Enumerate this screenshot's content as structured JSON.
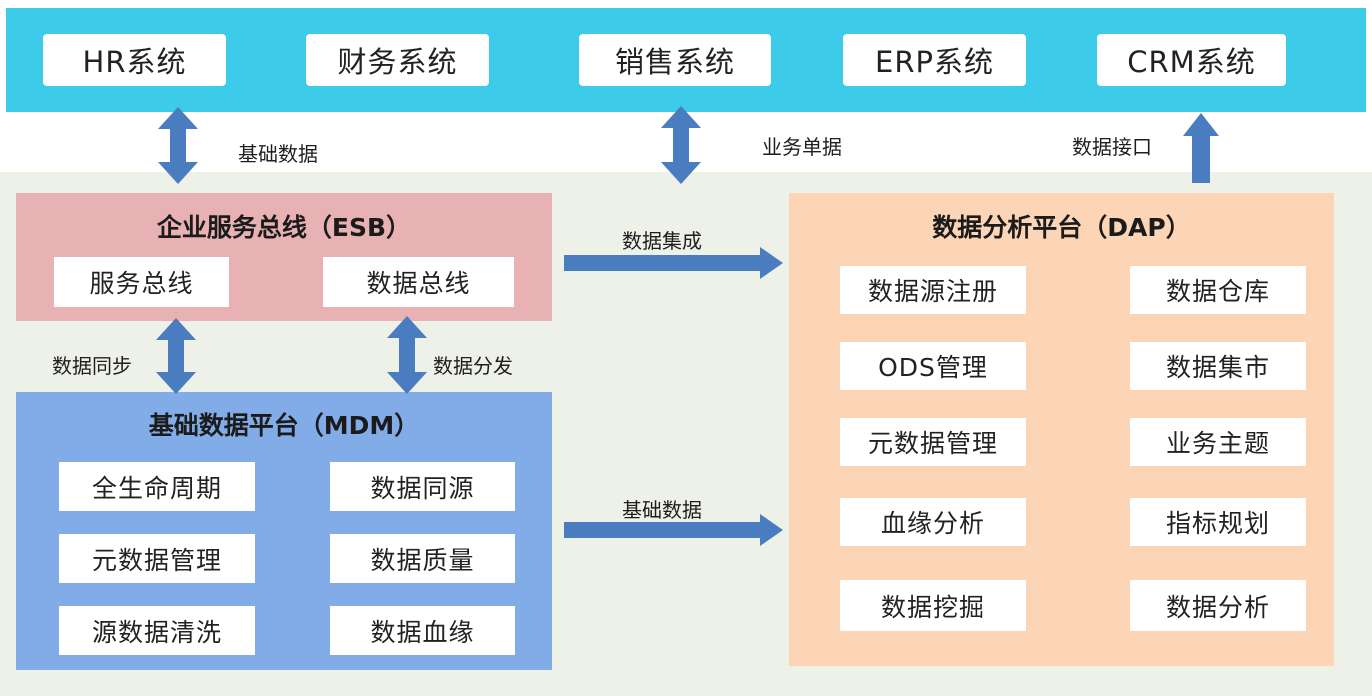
{
  "colors": {
    "top_band": "#3ccbe8",
    "esb_panel": "#e8b1b4",
    "mdm_panel": "#82ace8",
    "dap_panel": "#fbd5b5",
    "arrow": "#4a7cc0",
    "base": "#eef1e8"
  },
  "systems": [
    "HR系统",
    "财务系统",
    "销售系统",
    "ERP系统",
    "CRM系统"
  ],
  "esb": {
    "title": "企业服务总线（ESB）",
    "items": [
      "服务总线",
      "数据总线"
    ]
  },
  "mdm": {
    "title": "基础数据平台（MDM）",
    "items": [
      "全生命周期",
      "数据同源",
      "元数据管理",
      "数据质量",
      "源数据清洗",
      "数据血缘"
    ]
  },
  "dap": {
    "title": "数据分析平台（DAP）",
    "items": [
      "数据源注册",
      "数据仓库",
      "ODS管理",
      "数据集市",
      "元数据管理",
      "业务主题",
      "血缘分析",
      "指标规划",
      "数据挖掘",
      "数据分析"
    ]
  },
  "labels": {
    "hr_esb": "基础数据",
    "sales_link": "业务单据",
    "crm_link": "数据接口",
    "esb_dap": "数据集成",
    "sync": "数据同步",
    "distribute": "数据分发",
    "mdm_dap": "基础数据"
  }
}
